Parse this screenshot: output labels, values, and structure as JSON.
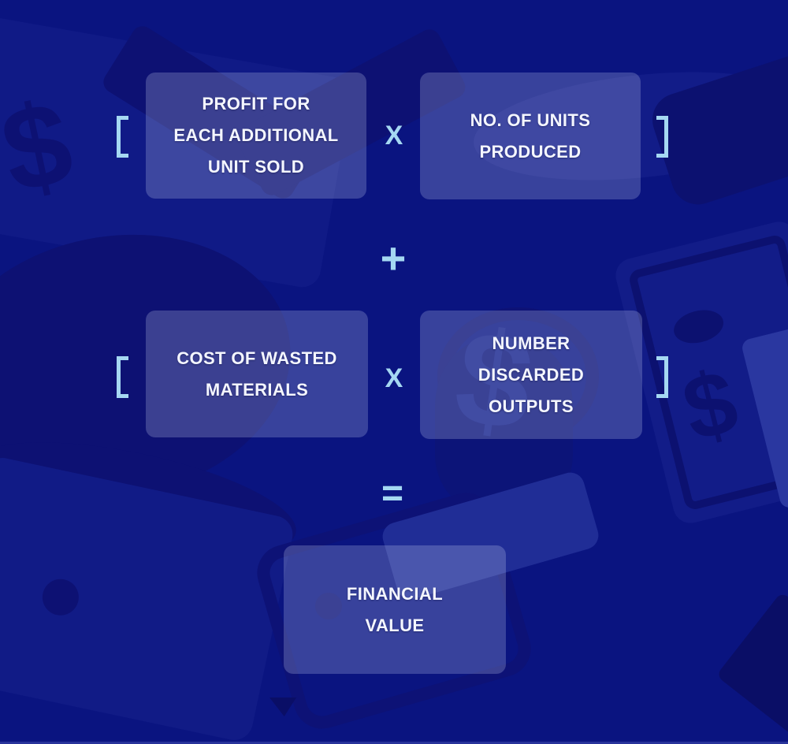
{
  "colors": {
    "background": "#0A1480",
    "accent": "#A5D8F2",
    "box_fill": "rgba(225,232,255,0.22)",
    "text": "#F4F6FF"
  },
  "formula": {
    "open_bracket": "[",
    "close_bracket": "]",
    "multiply_symbol": "X",
    "plus_symbol": "+",
    "equals_symbol": "=",
    "terms": {
      "profit_per_unit": {
        "lines": [
          "PROFIT FOR",
          "EACH ADDITIONAL",
          "UNIT SOLD"
        ]
      },
      "units_produced": {
        "lines": [
          "NO. OF UNITS",
          "PRODUCED"
        ]
      },
      "wasted_materials_cost": {
        "lines": [
          "COST OF WASTED",
          "MATERIALS"
        ]
      },
      "discarded_outputs": {
        "lines": [
          "NUMBER",
          "DISCARDED",
          "OUTPUTS"
        ]
      },
      "result": {
        "lines": [
          "FINANCIAL",
          "VALUE"
        ]
      }
    }
  },
  "decor": {
    "dollar_sign": "$"
  }
}
